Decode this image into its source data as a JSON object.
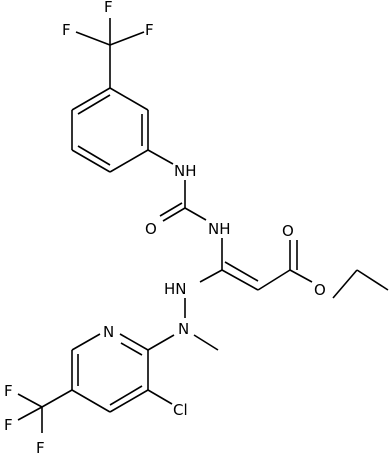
{
  "molecule": {
    "atom_labels": {
      "f_top_left": "F",
      "f_top_right": "F",
      "f_top_mid": "F",
      "nh_urea_aryl": "NH",
      "o_urea": "O",
      "nh_urea_vinyl": "NH",
      "o_carbonyl": "O",
      "o_ester": "O",
      "hn_hydrazine": "HN",
      "n_pyridine": "N",
      "n_methyl": "N",
      "f_bottom_left_top": "F",
      "f_bottom_left_mid": "F",
      "f_bottom_left_bottom": "F",
      "cl": "Cl"
    }
  }
}
